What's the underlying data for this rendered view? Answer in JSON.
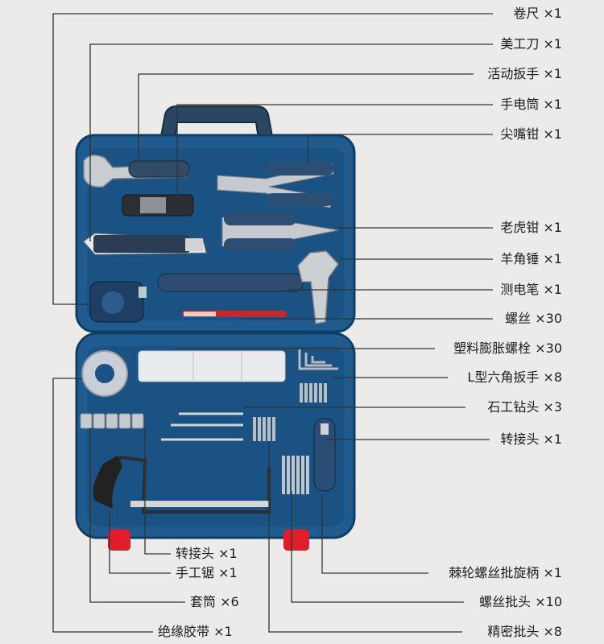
{
  "labels_right": [
    {
      "id": "tape",
      "text": "卷尺 ×1"
    },
    {
      "id": "knife",
      "text": "美工刀 ×1"
    },
    {
      "id": "wrench",
      "text": "活动扳手 ×1"
    },
    {
      "id": "flashlight",
      "text": "手电筒 ×1"
    },
    {
      "id": "longnose",
      "text": "尖嘴钳 ×1"
    },
    {
      "id": "combination",
      "text": "老虎钳 ×1"
    },
    {
      "id": "hammer",
      "text": "羊角锤 ×1"
    },
    {
      "id": "tester",
      "text": "测电笔 ×1"
    },
    {
      "id": "screws",
      "text": "螺丝 ×30"
    },
    {
      "id": "anchors",
      "text": "塑料膨胀螺栓 ×30"
    },
    {
      "id": "hexkeys",
      "text": "L型六角扳手 ×8"
    },
    {
      "id": "masonry",
      "text": "石工钻头 ×3"
    },
    {
      "id": "adapter_r",
      "text": "转接头 ×1"
    },
    {
      "id": "ratchet",
      "text": "棘轮螺丝批旋柄 ×1"
    },
    {
      "id": "bits",
      "text": "螺丝批头 ×10"
    },
    {
      "id": "precision",
      "text": "精密批头 ×8"
    }
  ],
  "labels_left": [
    {
      "id": "adapter_l",
      "text": "转接头 ×1"
    },
    {
      "id": "hacksaw",
      "text": "手工锯 ×1"
    },
    {
      "id": "sockets",
      "text": "套筒 ×6"
    },
    {
      "id": "insulation",
      "text": "绝缘胶带 ×1"
    }
  ],
  "colors": {
    "case_blue": "#1f5b8e",
    "case_dark": "#123e66",
    "accent_red": "#e01e2b",
    "background": "#ecebe9"
  }
}
